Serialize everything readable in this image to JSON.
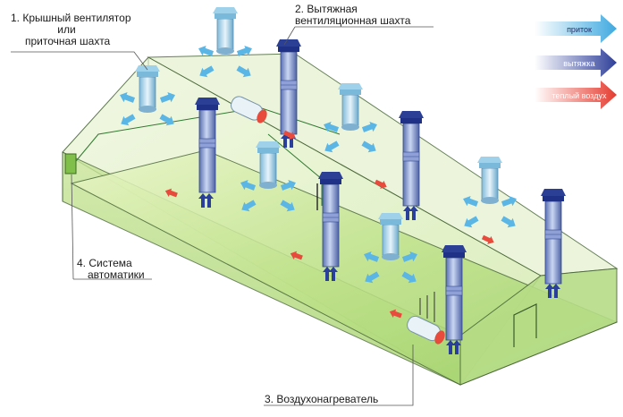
{
  "labels": {
    "roof_fan_line1": "1. Крышный вентилятор",
    "roof_fan_line2": "или",
    "roof_fan_line3": "приточная шахта",
    "exhaust_line1": "2. Вытяжная",
    "exhaust_line2": "вентиляционная шахта",
    "heater": "3. Воздухонагреватель",
    "automation_line1": "4. Система",
    "automation_line2": "автоматики"
  },
  "legend": [
    {
      "label": "приток",
      "color": "#3fa9e0"
    },
    {
      "label": "вытяжка",
      "color": "#2f3f9a"
    },
    {
      "label": "теплый воздух",
      "color": "#e53b2f"
    }
  ]
}
